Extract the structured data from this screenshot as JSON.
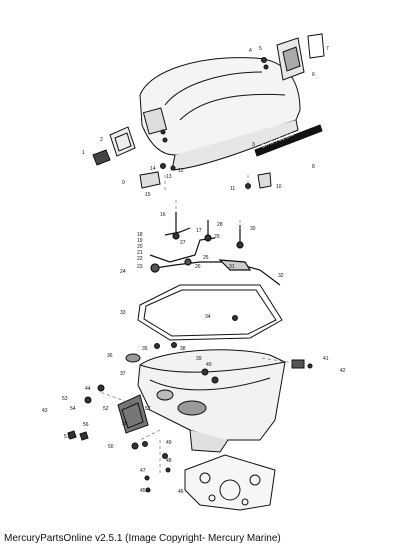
{
  "footer": {
    "caption": "MercuryPartsOnline v2.5.1 (Image Copyright- Mercury Marine)"
  },
  "diagram": {
    "callouts": [
      "1",
      "2",
      "3",
      "4",
      "5",
      "6",
      "7",
      "8",
      "9",
      "10",
      "11",
      "12",
      "13",
      "14",
      "15",
      "16",
      "17",
      "18",
      "19",
      "20",
      "21",
      "22",
      "23",
      "24",
      "25",
      "26",
      "27",
      "28",
      "29",
      "30",
      "31",
      "32",
      "33",
      "34",
      "35",
      "36",
      "37",
      "38",
      "39",
      "40",
      "41",
      "42",
      "43",
      "44",
      "45",
      "46",
      "47",
      "48",
      "49",
      "50",
      "51",
      "52",
      "53",
      "54",
      "55",
      "56",
      "57"
    ],
    "decal_text": "CHRYSLER"
  }
}
